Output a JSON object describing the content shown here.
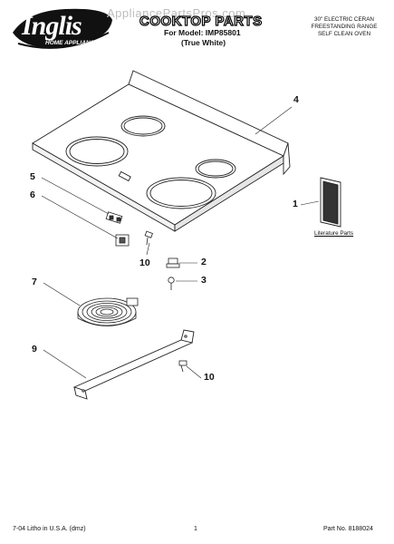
{
  "brand": {
    "name": "Inglis",
    "tagline": "HOME APPLIANCES"
  },
  "watermark": "AppliancePartsPros.com",
  "header": {
    "title": "COOKTOP PARTS",
    "model_line": "For Model: IMP85801",
    "color_line": "(True White)",
    "description_lines": [
      "30\" ELECTRIC CERAN",
      "FREESTANDING RANGE",
      "SELF CLEAN OVEN"
    ]
  },
  "callouts": [
    "4",
    "1",
    "5",
    "6",
    "10",
    "2",
    "3",
    "7",
    "9",
    "10"
  ],
  "literature_label": "Literature Parts",
  "footer": {
    "left": "7-04 Litho in U.S.A. (dmz)",
    "center": "1",
    "right": "Part No. 8188024"
  }
}
